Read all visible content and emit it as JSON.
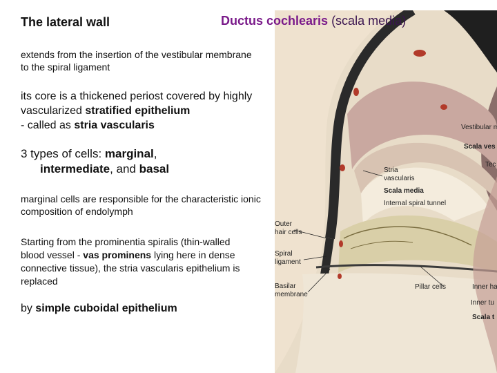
{
  "title": "The lateral wall",
  "heading": {
    "ductus": "Ductus cochlearis",
    "rest": " (scala media)"
  },
  "p1": "extends from the insertion of the vestibular membrane to the spiral ligament",
  "p2": {
    "a": "its core is a thickened periost covered by highly vascularized ",
    "b": "stratified epithelium",
    "c": " - called  as ",
    "d": "stria vascularis"
  },
  "p3": {
    "a": "3 types of cells: ",
    "b": "marginal",
    "c": ",",
    "d": "intermediate",
    "e": ", and ",
    "f": "basal"
  },
  "p4": "marginal cells are responsible for the characteristic ionic composition of endolymph",
  "p5": {
    "a": "Starting from the prominentia spiralis (thin-walled blood vessel - ",
    "b": "vas prominens",
    "c": " lying here in dense connective tissue), the stria vascularis epithelium is replaced"
  },
  "p6": {
    "a": "by ",
    "b": "simple cuboidal epithelium"
  },
  "figure": {
    "labels": {
      "vestibular": "Vestibular memb",
      "scala_ves": "Scala ves",
      "tec": "Tec",
      "stria1": "Stria",
      "stria2": "vascularis",
      "scala_media": "Scala media",
      "internal_tunnel": "Internal spiral tunnel",
      "outer1": "Outer",
      "outer2": "hair cells",
      "spiral1": "Spiral",
      "spiral2": "ligament",
      "basilar1": "Basilar",
      "basilar2": "membrane",
      "pillar": "Pillar cells",
      "inner_h": "Inner ha",
      "inner_t": "Inner tu",
      "scala_t": "Scala t"
    }
  }
}
